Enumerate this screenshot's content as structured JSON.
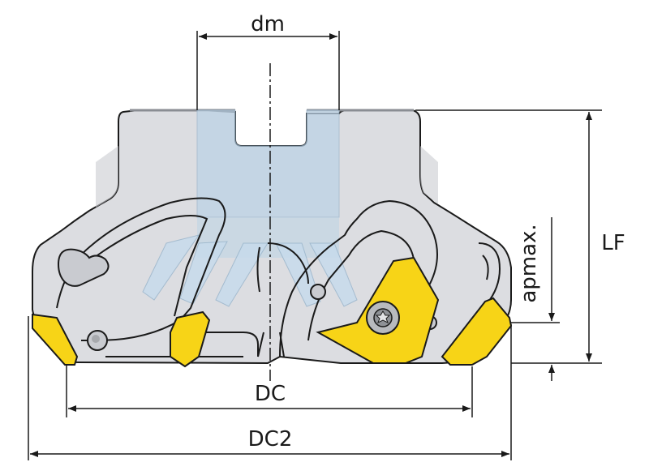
{
  "labels": {
    "dm": "dm",
    "lf": "LF",
    "apmax": "apmax.",
    "dc": "DC",
    "dc2": "DC2"
  },
  "colors": {
    "body_fill": "#dcdde1",
    "body_stroke": "#1a1a1a",
    "shadow_fill": "#c9cbd0",
    "coolant_fill": "#bcd3e6",
    "insert_fill": "#f7d417",
    "insert_stroke": "#1a1a1a",
    "dimension_line": "#1a1a1a",
    "screw_fill": "#b8babe"
  },
  "icons": {
    "centerline": "dash-dot-centerline",
    "arrow": "dimension-arrowhead",
    "screw": "torx-screw-icon"
  }
}
